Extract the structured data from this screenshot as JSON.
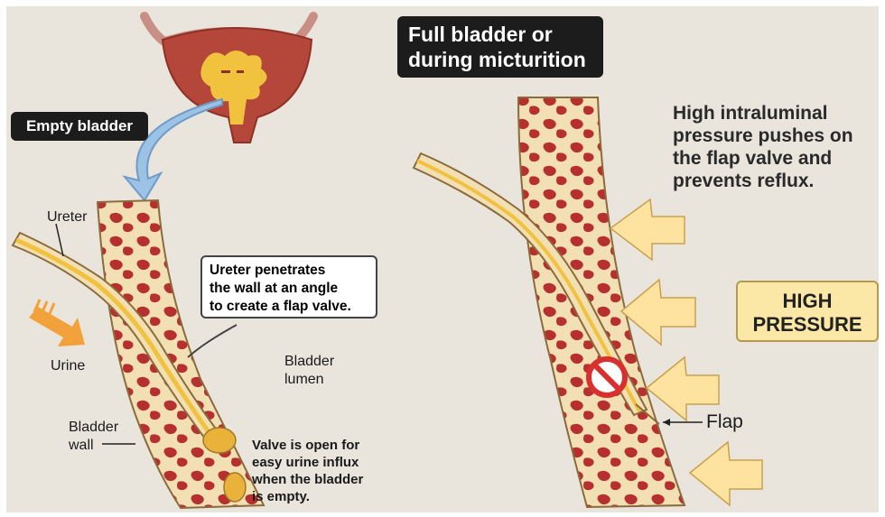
{
  "labels": {
    "empty_bladder": "Empty bladder",
    "full_bladder_line1": "Full bladder or",
    "full_bladder_line2": "during micturition",
    "ureter": "Ureter",
    "urine": "Urine",
    "bladder_wall_line1": "Bladder",
    "bladder_wall_line2": "wall",
    "bladder_lumen_line1": "Bladder",
    "bladder_lumen_line2": "lumen",
    "flap": "Flap",
    "high_pressure_line1": "HIGH",
    "high_pressure_line2": "PRESSURE"
  },
  "callout": {
    "line1": "Ureter penetrates",
    "line2": "the wall at an angle",
    "line3": "to create a flap valve."
  },
  "pressure_note": {
    "line1": "High intraluminal",
    "line2": "pressure pushes on",
    "line3": "the flap valve and",
    "line4": "prevents reflux."
  },
  "valve_note": {
    "line1": "Valve is open for",
    "line2": "easy urine influx",
    "line3": "when the bladder",
    "line4": "is empty."
  },
  "colors": {
    "panel_bg": "#e9e4dc",
    "wall_fill": "#f3dfb4",
    "muscle": "#b5302e",
    "ureter_lumen": "#f1c23e",
    "blue_arrow": "#9cc3e6",
    "pressure_arrow": "#fde2a0",
    "no_sign": "#d8302e"
  },
  "icons": [
    "blue-curved-arrow-icon",
    "orange-flow-arrow-icon",
    "pressure-arrow-icon",
    "no-reflux-icon"
  ]
}
